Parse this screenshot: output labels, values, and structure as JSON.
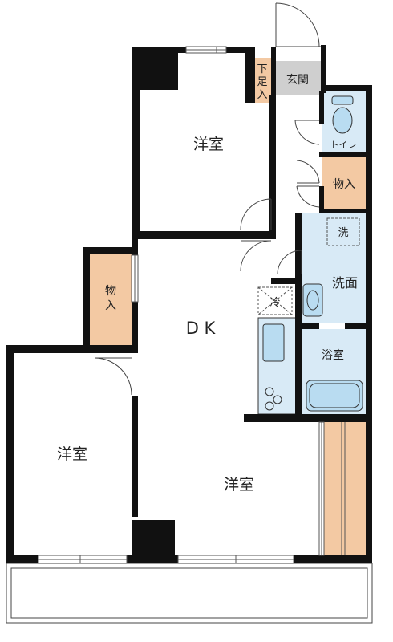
{
  "rooms": {
    "genkan": "玄関",
    "shoebox_line1": "下",
    "shoebox_line2": "足",
    "shoebox_line3": "入",
    "toilet": "トイレ",
    "storage_right": "物入",
    "washer": "洗",
    "washroom": "洗面",
    "fridge": "冷",
    "bath": "浴室",
    "bedroom_top": "洋室",
    "dk": "D K",
    "storage_left_line1": "物",
    "storage_left_line2": "入",
    "bedroom_left": "洋室",
    "bedroom_right": "洋室"
  },
  "colors": {
    "wall": "#111111",
    "wet_area": "#d8eaf6",
    "fixture": "#b9dcf1",
    "storage": "#f3c9a3",
    "genkan_floor": "#cfcfcf",
    "outline": "#333333"
  }
}
